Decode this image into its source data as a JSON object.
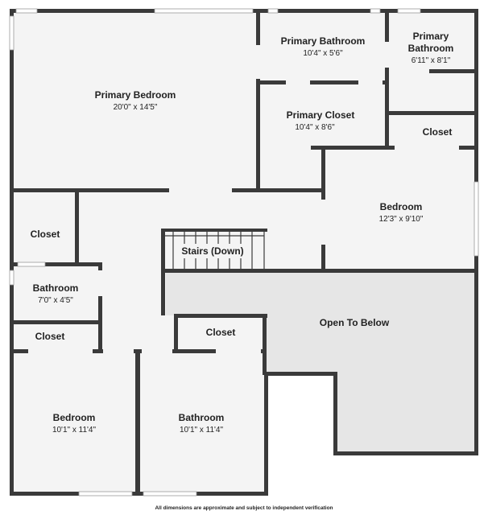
{
  "rooms": [
    {
      "id": "primary-bedroom",
      "name": "Primary Bedroom",
      "dims": "20'0\" x 14'5\""
    },
    {
      "id": "primary-bathroom-1",
      "name": "Primary Bathroom",
      "dims": "10'4\" x 5'6\""
    },
    {
      "id": "primary-bathroom-2",
      "name_line1": "Primary",
      "name_line2": "Bathroom",
      "dims": "6'11\" x 8'1\""
    },
    {
      "id": "primary-closet",
      "name": "Primary Closet",
      "dims": "10'4\" x 8'6\""
    },
    {
      "id": "closet-right",
      "name": "Closet"
    },
    {
      "id": "bedroom-right",
      "name": "Bedroom",
      "dims": "12'3\" x 9'10\""
    },
    {
      "id": "closet-left-upper",
      "name": "Closet"
    },
    {
      "id": "stairs",
      "name": "Stairs (Down)"
    },
    {
      "id": "bathroom-small",
      "name": "Bathroom",
      "dims": "7'0\" x 4'5\""
    },
    {
      "id": "closet-left-lower",
      "name": "Closet"
    },
    {
      "id": "closet-middle",
      "name": "Closet"
    },
    {
      "id": "open-to-below",
      "name": "Open To Below"
    },
    {
      "id": "bedroom-bottom",
      "name": "Bedroom",
      "dims": "10'1\" x 11'4\""
    },
    {
      "id": "bathroom-bottom",
      "name": "Bathroom",
      "dims": "10'1\" x 11'4\""
    }
  ],
  "disclaimer": "All dimensions are approximate and subject to independent verification",
  "colors": {
    "wall": "#3a3a3a",
    "floor": "#f4f4f4",
    "open_area": "#e6e6e6"
  }
}
